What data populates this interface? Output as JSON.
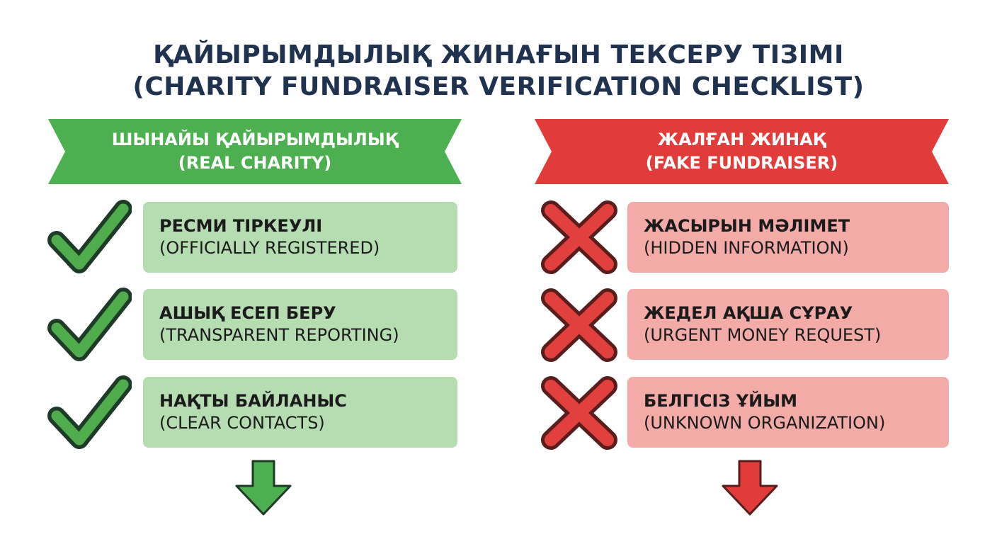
{
  "title": {
    "line1": "ҚАЙЫРЫМДЫЛЫҚ ЖИНАҒЫН ТЕКСЕРУ ТІЗІМІ",
    "line2": "(CHARITY FUNDRAISER VERIFICATION CHECKLIST)"
  },
  "real": {
    "header_main": "ШЫНАЙЫ ҚАЙЫРЫМДЫЛЫҚ",
    "header_sub": "(REAL CHARITY)",
    "color": "#4caf50",
    "items": [
      {
        "label": "РЕСМИ ТІРКЕУЛІ",
        "sub": "(OFFICIALLY REGISTERED)",
        "icon": "checkmark-icon"
      },
      {
        "label": "АШЫҚ ЕСЕП БЕРУ",
        "sub": "(TRANSPARENT REPORTING)",
        "icon": "checkmark-icon"
      },
      {
        "label": "НАҚТЫ БАЙЛАНЫС",
        "sub": "(CLEAR CONTACTS)",
        "icon": "checkmark-icon"
      }
    ],
    "arrow_icon": "arrow-down-icon"
  },
  "fake": {
    "header_main": "ЖАЛҒАН ЖИНАҚ",
    "header_sub": "(FAKE FUNDRAISER)",
    "color": "#e23c3a",
    "items": [
      {
        "label": "ЖАСЫРЫН МӘЛІМЕТ",
        "sub": "(HIDDEN INFORMATION)",
        "icon": "cross-icon"
      },
      {
        "label": "ЖЕДЕЛ АҚША СҰРАУ",
        "sub": "(URGENT MONEY REQUEST)",
        "icon": "cross-icon"
      },
      {
        "label": "БЕЛГІСІЗ ҰЙЫМ",
        "sub": "(UNKNOWN ORGANIZATION)",
        "icon": "cross-icon"
      }
    ],
    "arrow_icon": "arrow-down-icon"
  }
}
